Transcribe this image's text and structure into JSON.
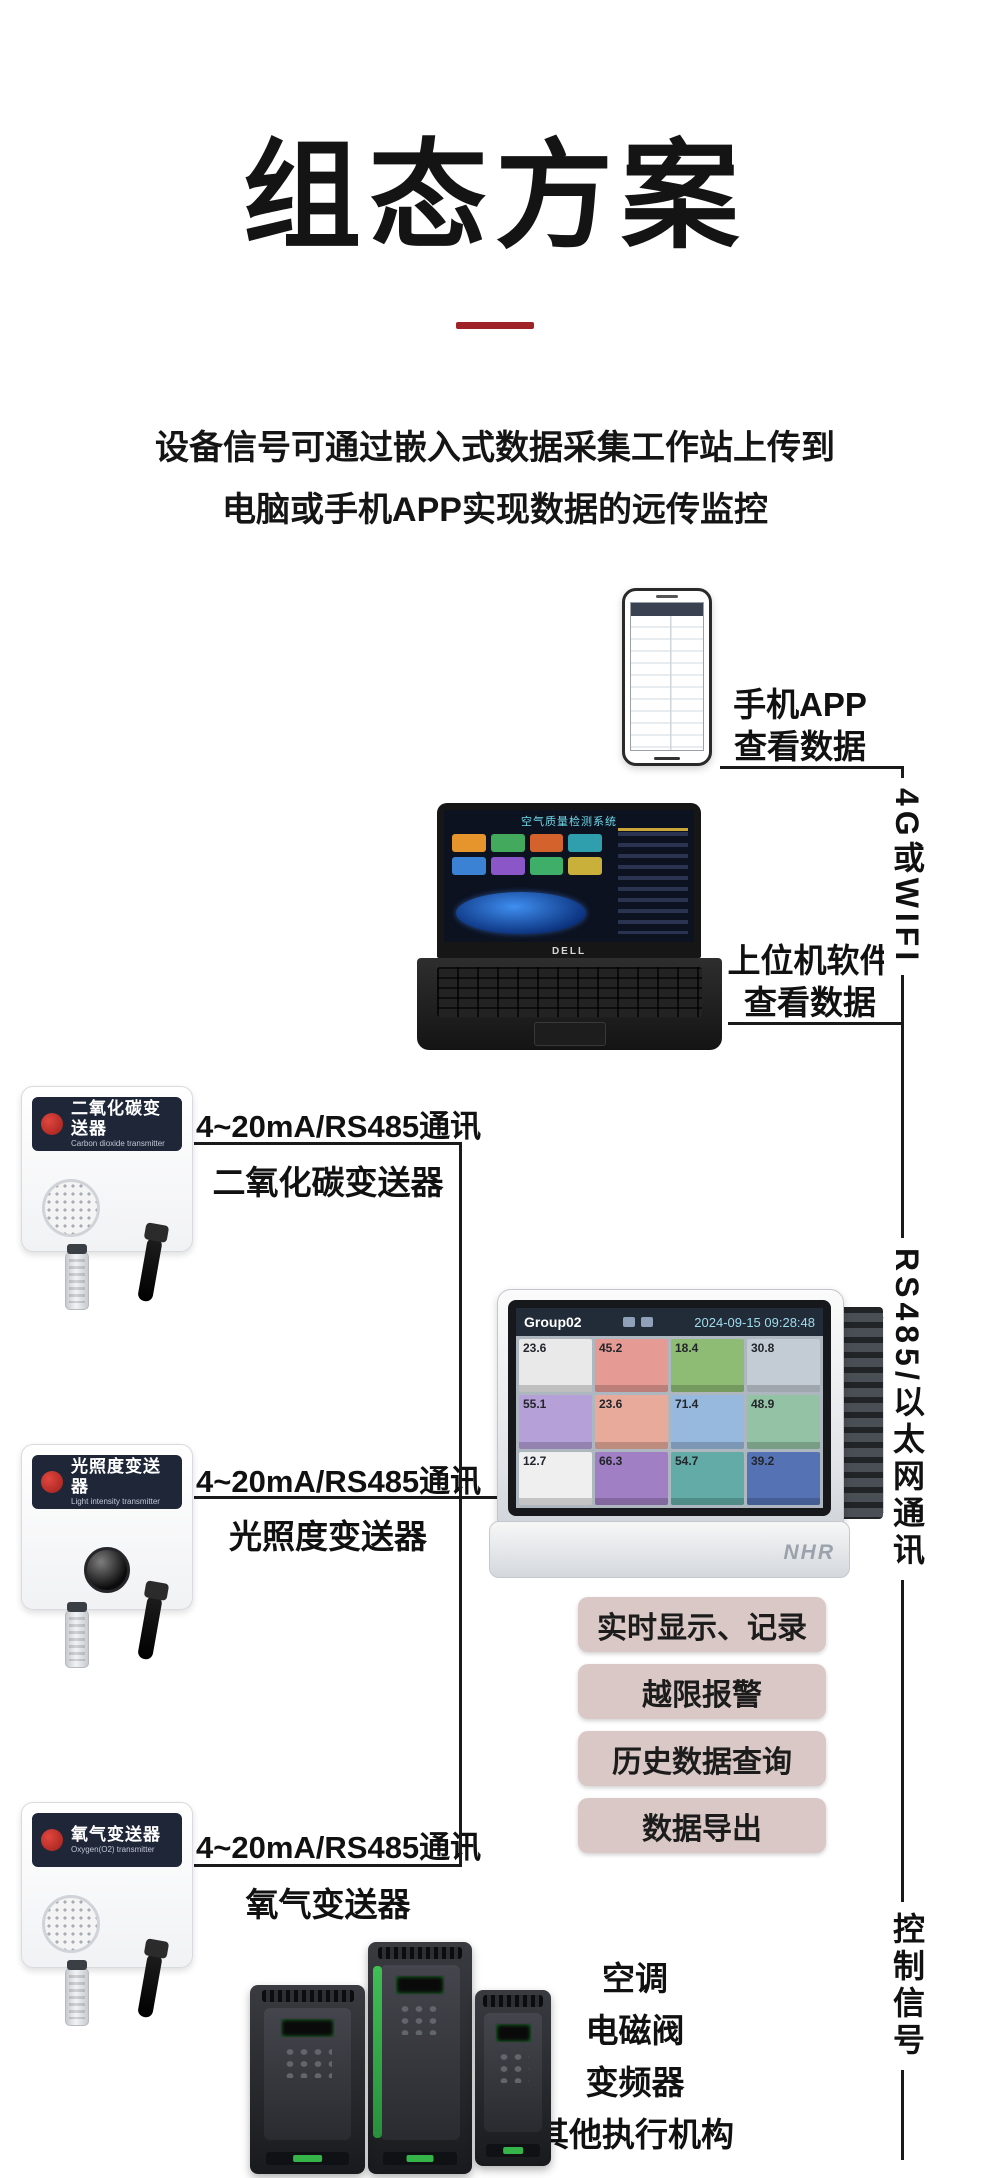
{
  "header": {
    "title": "组态方案",
    "desc_line1": "设备信号可通过嵌入式数据采集工作站上传到",
    "desc_line2": "电脑或手机APP实现数据的远传监控"
  },
  "phone": {
    "label_line1": "手机APP",
    "label_line2": "查看数据"
  },
  "laptop": {
    "screen_title": "空气质量检测系统",
    "brand": "DELL",
    "label_line1": "上位机软件",
    "label_line2": "查看数据",
    "tile_colors": [
      "#e6952c",
      "#43a95d",
      "#d4622c",
      "#2f9fae",
      "#3b82d4",
      "#8a56c8",
      "#3fae68",
      "#c8b03a"
    ]
  },
  "bus": {
    "label_top": "4G或WIFI",
    "label_middle": "RS485/以太网通讯",
    "label_bottom": "控制信号"
  },
  "sensors": [
    {
      "link_label": "4~20mA/RS485通讯",
      "name": "二氧化碳变送器",
      "header": "二氧化碳变送器",
      "header_en": "Carbon dioxide transmitter"
    },
    {
      "link_label": "4~20mA/RS485通讯",
      "name": "光照度变送器",
      "header": "光照度变送器",
      "header_en": "Light intensity transmitter"
    },
    {
      "link_label": "4~20mA/RS485通讯",
      "name": "氧气变送器",
      "header": "氧气变送器",
      "header_en": "Oxygen(O2) transmitter"
    }
  ],
  "recorder": {
    "group_label": "Group02",
    "timestamp": "2024-09-15 09:28:48",
    "brand": "NHR",
    "tiles": [
      {
        "value": "23.6",
        "color": "#e9e9e9"
      },
      {
        "value": "45.2",
        "color": "#e59a94"
      },
      {
        "value": "18.4",
        "color": "#8fbc74"
      },
      {
        "value": "30.8",
        "color": "#c3ccd4"
      },
      {
        "value": "55.1",
        "color": "#b5a0d8"
      },
      {
        "value": "23.6",
        "color": "#e8ab9b"
      },
      {
        "value": "71.4",
        "color": "#97b9dd"
      },
      {
        "value": "48.9",
        "color": "#93c3a4"
      },
      {
        "value": "12.7",
        "color": "#efefef"
      },
      {
        "value": "66.3",
        "color": "#a07fc4"
      },
      {
        "value": "54.7",
        "color": "#62aba6"
      },
      {
        "value": "39.2",
        "color": "#5573b4"
      }
    ]
  },
  "features": [
    "实时显示、记录",
    "越限报警",
    "历史数据查询",
    "数据导出"
  ],
  "actuators": [
    "空调",
    "电磁阀",
    "变频器",
    "其他执行机构"
  ],
  "colors": {
    "accent_red": "#9e2428",
    "button_bg": "#d9c8c6",
    "line": "#1a1a1a"
  }
}
